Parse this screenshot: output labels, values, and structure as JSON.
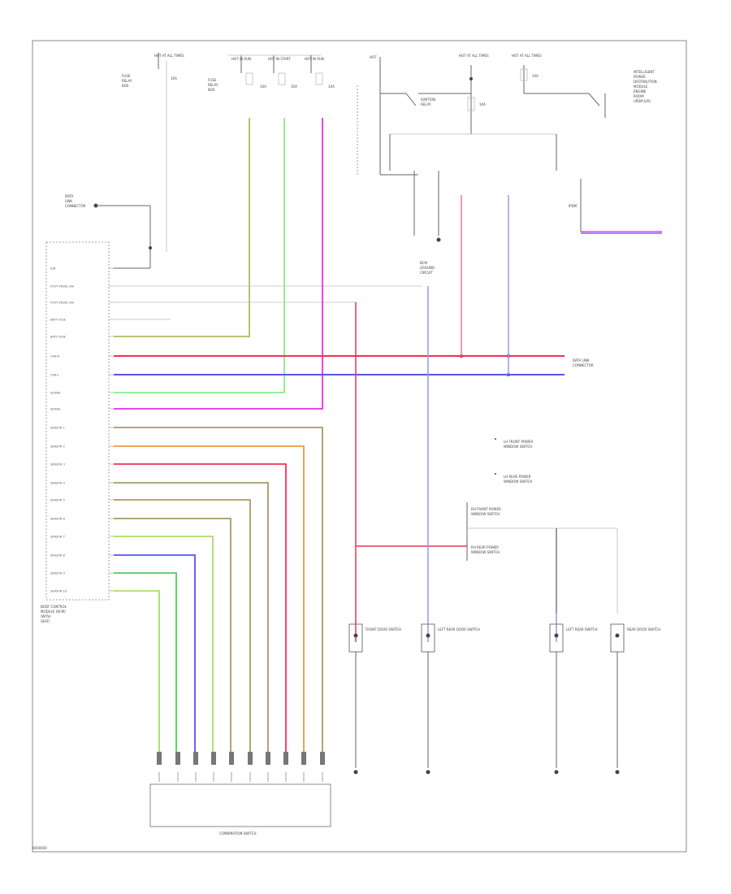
{
  "page": {
    "code": "0000000"
  },
  "colors": {
    "yellow_green": "#b8b860",
    "light_green": "#88ee88",
    "pink": "#ee44ee",
    "red": "#ee3355",
    "blue": "#5555ee",
    "lavender": "#9999ee",
    "orange": "#ee9944",
    "tan": "#aa9966",
    "pale_green": "#aadd66",
    "green": "#55cc55",
    "light_red": "#ff7788"
  },
  "control_unit": {
    "label": [
      "BODY CONTROL",
      "MODULE (BCM)",
      "(WITH",
      "SEAT)"
    ],
    "left_labels": [
      "IGN",
      "FOOT PEDAL SW",
      "FOOT PEDAL SW",
      "BATT FUSE",
      "BATT FUSE",
      "CAN-H",
      "CAN-L",
      "SIGNAL",
      "SIGNAL",
      "SENSOR 1",
      "SENSOR 2",
      "SENSOR 3",
      "SENSOR 4",
      "SENSOR 5",
      "SENSOR 6",
      "SENSOR 7",
      "SENSOR 8",
      "SENSOR 9",
      "SENSOR 10"
    ]
  },
  "fuses": [
    "HOT AT ALL TIMES",
    "HOT IN RUN",
    "HOT IN START",
    "HOT IN RUN",
    "HOT AT ALL TIMES",
    "HOT AT ALL TIMES"
  ],
  "bottom_connector": {
    "label": "COMBINATION SWITCH"
  },
  "components": [
    "FRONT DOOR SWITCH",
    "LEFT REAR DOOR SWITCH",
    "LEFT REAR SWITCH",
    "REAR DOOR SWITCH"
  ]
}
